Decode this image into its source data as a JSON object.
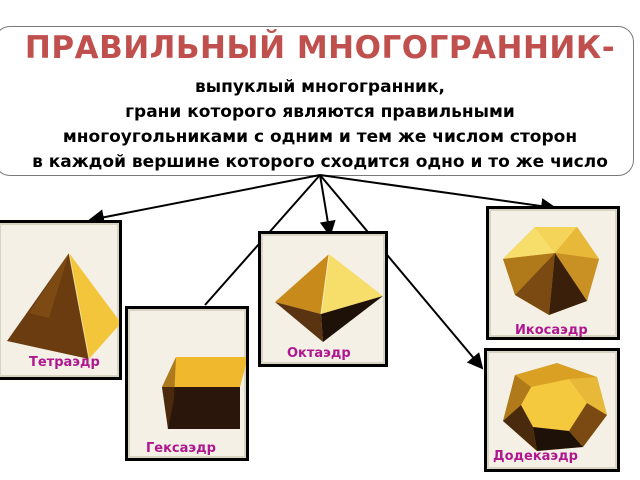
{
  "definition": {
    "title": "ПРАВИЛЬНЫЙ МНОГОГРАННИК-",
    "lines": [
      "выпуклый многогранник,",
      "грани которого являются правильными",
      "многоугольниками с одним и тем же числом сторон",
      "в каждой вершине которого сходится одно и то же число"
    ]
  },
  "polyhedra": {
    "tetrahedron": "Тетраэдр",
    "octahedron": "Октаэдр",
    "hexahedron": "Гексаэдр",
    "icosahedron": "Икосаэдр",
    "dodecahedron": "Додекаэдр"
  },
  "colors": {
    "title": "#c0504d",
    "label": "#b0178f",
    "gold": "#e2a820",
    "gold_light": "#f7dd6a",
    "dark": "#3a200a"
  }
}
